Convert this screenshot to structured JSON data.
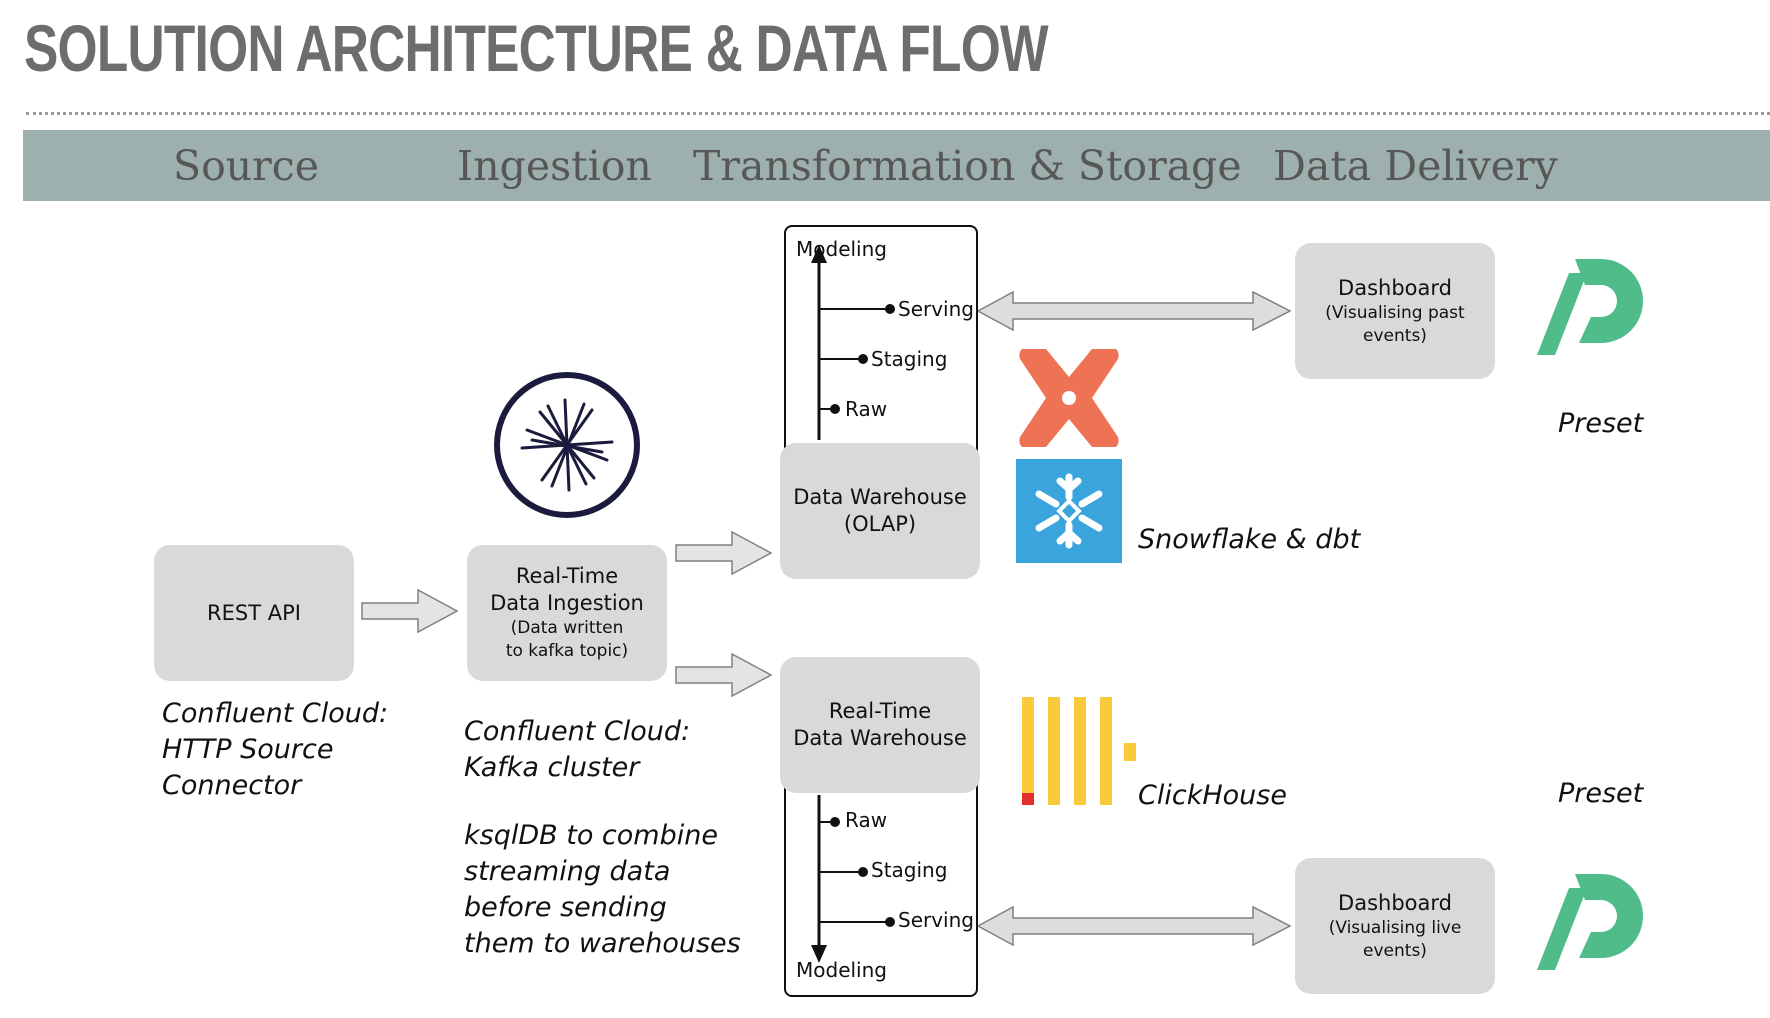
{
  "title": "SOLUTION ARCHITECTURE & DATA FLOW",
  "phases": [
    "Source",
    "Ingestion",
    "Transformation & Storage",
    "Data Delivery"
  ],
  "source": {
    "box_label": "REST API",
    "caption": [
      "Confluent Cloud:",
      "HTTP Source",
      "Connector"
    ]
  },
  "ingestion": {
    "box_title": [
      "Real-Time",
      "Data Ingestion"
    ],
    "box_sub": [
      "(Data written",
      "to kafka topic)"
    ],
    "caption": [
      "Confluent Cloud:",
      "Kafka cluster"
    ],
    "caption2": [
      "ksqlDB to combine",
      "streaming data",
      "before sending",
      "them to warehouses"
    ]
  },
  "warehouse": {
    "box_label": [
      "Data Warehouse",
      "(OLAP)"
    ],
    "layers_title": "Modeling",
    "layers": [
      "Serving",
      "Staging",
      "Raw"
    ],
    "tools_label": "Snowflake & dbt"
  },
  "realtime_warehouse": {
    "box_label": [
      "Real-Time",
      "Data Warehouse"
    ],
    "layers": [
      "Raw",
      "Staging",
      "Serving"
    ],
    "layers_title": "Modeling",
    "tools_label": "ClickHouse"
  },
  "delivery_top": {
    "box_title": "Dashboard",
    "box_sub": [
      "(Visualising past",
      "events)"
    ],
    "tool_label": "Preset"
  },
  "delivery_bottom": {
    "box_title": "Dashboard",
    "box_sub": [
      "(Visualising live",
      "events)"
    ],
    "tool_label": "Preset"
  },
  "colors": {
    "title": "#6d6d6d",
    "phase_band": "#9db0ad",
    "box_fill": "#d9d9d9",
    "confluent": "#1b1c3d",
    "dbt": "#ee7354",
    "snowflake": "#3aa5dd",
    "clickhouse": "#f8ca3c",
    "clickhouse_accent": "#e2312c",
    "preset": "#4fbc8a"
  },
  "icons": [
    "confluent-logo-icon",
    "dbt-logo-icon",
    "snowflake-logo-icon",
    "clickhouse-logo-icon",
    "preset-logo-icon"
  ]
}
